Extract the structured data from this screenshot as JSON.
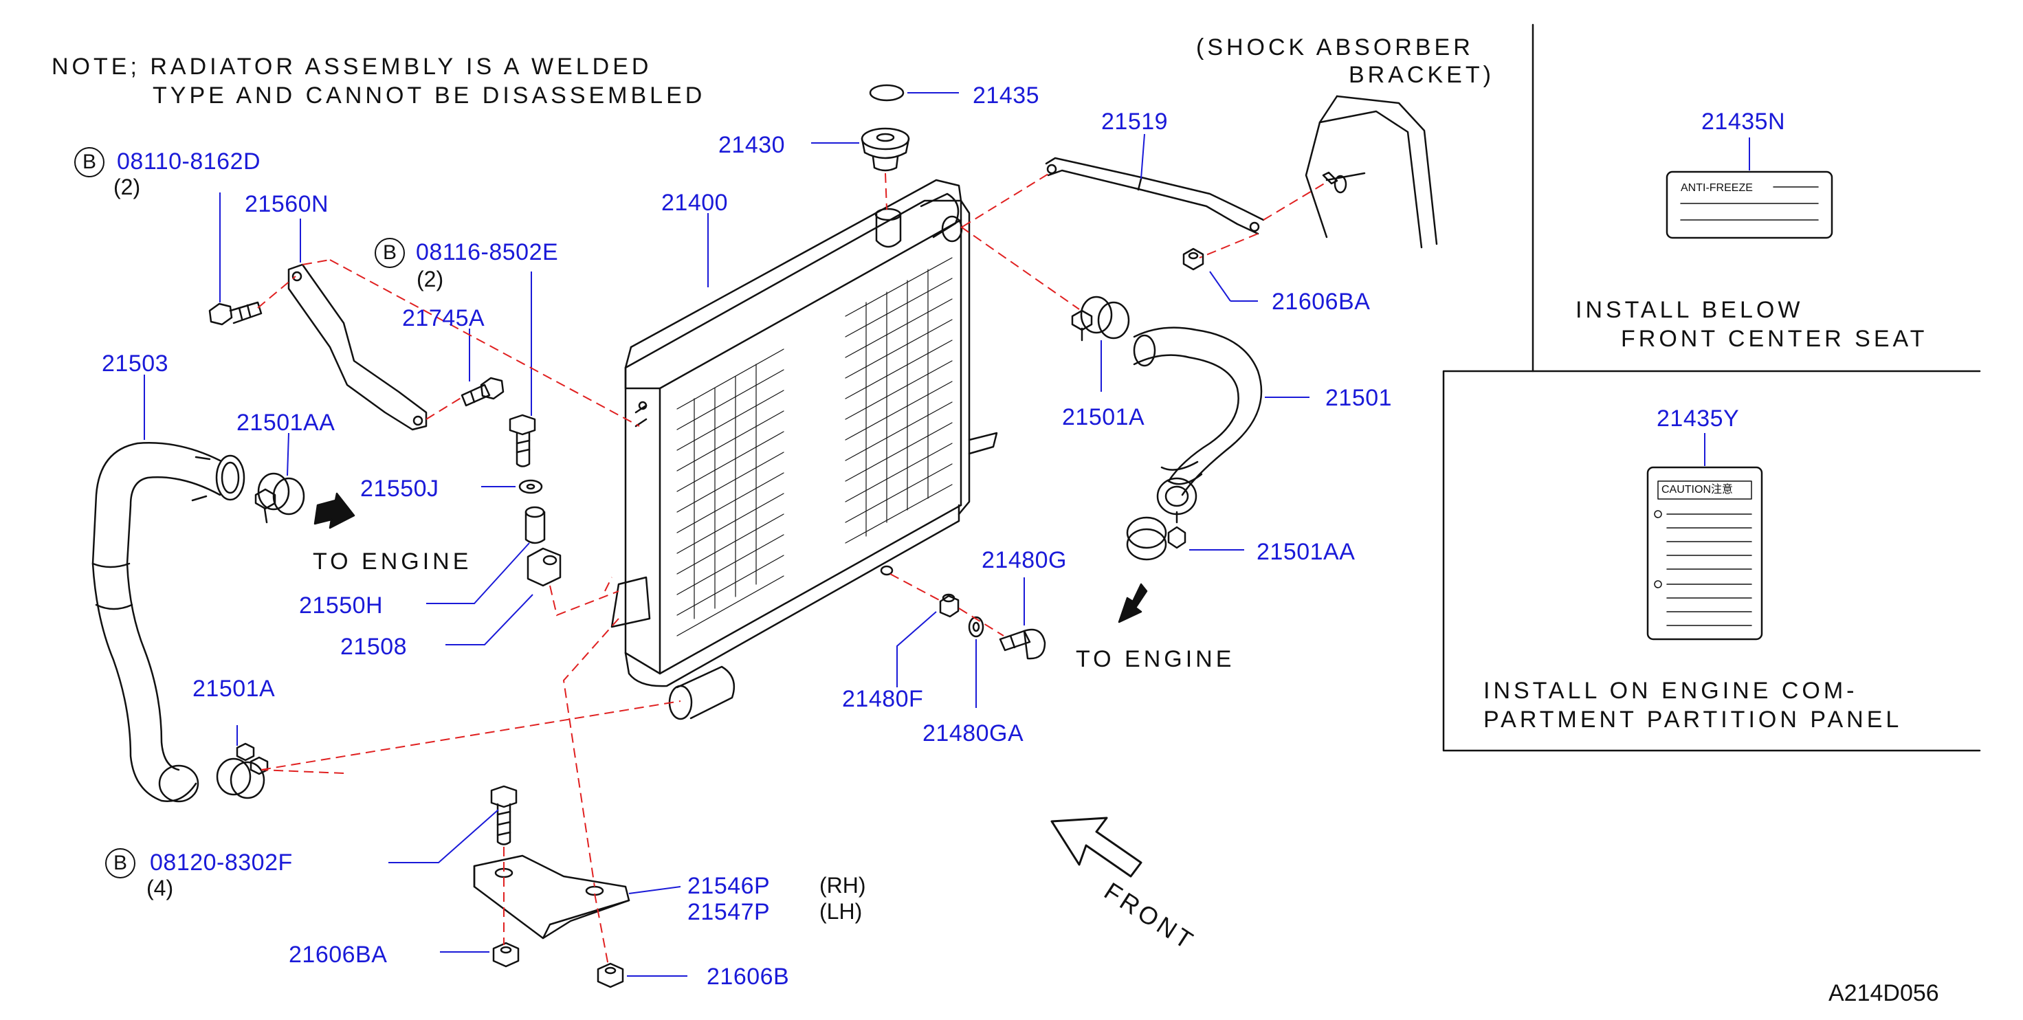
{
  "note": {
    "line1": "NOTE; RADIATOR ASSEMBLY IS A WELDED",
    "line2": "TYPE AND CANNOT BE DISASSEMBLED"
  },
  "bracket_note": {
    "line1": "(SHOCK ABSORBER",
    "line2": "BRACKET)"
  },
  "bolt_marker": "B",
  "parts": {
    "p21435": "21435",
    "p21430": "21430",
    "p21400": "21400",
    "p21519": "21519",
    "p21606BA_top": "21606BA",
    "p08110": "08110-8162D",
    "p08110_qty": "(2)",
    "p21560N": "21560N",
    "p08116": "08116-8502E",
    "p08116_qty": "(2)",
    "p21745A": "21745A",
    "p21503": "21503",
    "p21501AA_left": "21501AA",
    "p21550J": "21550J",
    "p21550H": "21550H",
    "p21508": "21508",
    "p21501A_top": "21501A",
    "p21501": "21501",
    "p21501AA_right": "21501AA",
    "p21480G": "21480G",
    "p21480F": "21480F",
    "p21480GA": "21480GA",
    "p21501A_bottom": "21501A",
    "p08120": "08120-8302F",
    "p08120_qty": "(4)",
    "p21546P": "21546P",
    "p21547P": "21547P",
    "rh": "(RH)",
    "lh": "(LH)",
    "p21606BA_bottom": "21606BA",
    "p21606B": "21606B",
    "p21435N": "21435N",
    "p21435Y": "21435Y"
  },
  "to_engine_left": "TO ENGINE",
  "to_engine_right": "TO ENGINE",
  "front_label": "FRONT",
  "label_antifreeze": {
    "text": "ANTI-FREEZE",
    "install_line1": "INSTALL BELOW",
    "install_line2": "FRONT CENTER SEAT"
  },
  "label_caution": {
    "text": "CAUTION注意",
    "install_line1": "INSTALL ON ENGINE COM-",
    "install_line2": "PARTMENT PARTITION PANEL"
  },
  "figure_id": "A214D056",
  "colors": {
    "part_number": "#1a1ad8",
    "leader_dash": "#e02020",
    "outline": "#111111"
  }
}
